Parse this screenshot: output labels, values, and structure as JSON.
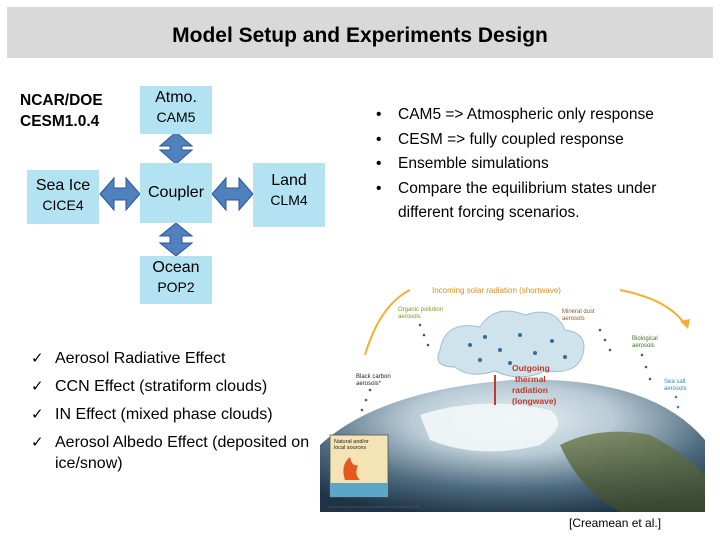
{
  "title": "Model Setup and Experiments Design",
  "model": {
    "name_line1": "NCAR/DOE",
    "name_line2": "CESM1.0.4"
  },
  "components": {
    "atmo": {
      "label": "Atmo.",
      "model": "CAM5"
    },
    "sea_ice": {
      "label": "Sea Ice",
      "model": "CICE4"
    },
    "coupler": {
      "label": "Coupler"
    },
    "land": {
      "label": "Land",
      "model": "CLM4"
    },
    "ocean": {
      "label": "Ocean",
      "model": "POP2"
    }
  },
  "experiments": [
    "CAM5 => Atmospheric only response",
    "CESM => fully coupled response",
    "Ensemble simulations",
    "Compare the equilibrium states under different forcing scenarios."
  ],
  "effects": [
    "Aerosol Radiative Effect",
    "CCN Effect  (stratiform clouds)",
    "IN Effect (mixed phase clouds)",
    "Aerosol Albedo Effect (deposited on ice/snow)"
  ],
  "figure": {
    "incoming": "Incoming solar radiation (shortwave)",
    "outgoing": "Outgoing thermal radiation (longwave)",
    "organic": "Organic pollution aerosols",
    "mineral": "Mineral dust aerosols",
    "biological": "Biological aerosols",
    "black_carbon": "Black carbon aerosols*",
    "sea_salt": "Sea salt aerosols",
    "local_sources": "Natural and/or local sources",
    "credit": "www.nasa.gov/centers/goddard/news/topstory/2008"
  },
  "citation": "[Creamean et al.]",
  "colors": {
    "component_fill": "#b3e3f3",
    "arrow_fill": "#4f81bd",
    "title_bar": "#d9d9d9"
  }
}
